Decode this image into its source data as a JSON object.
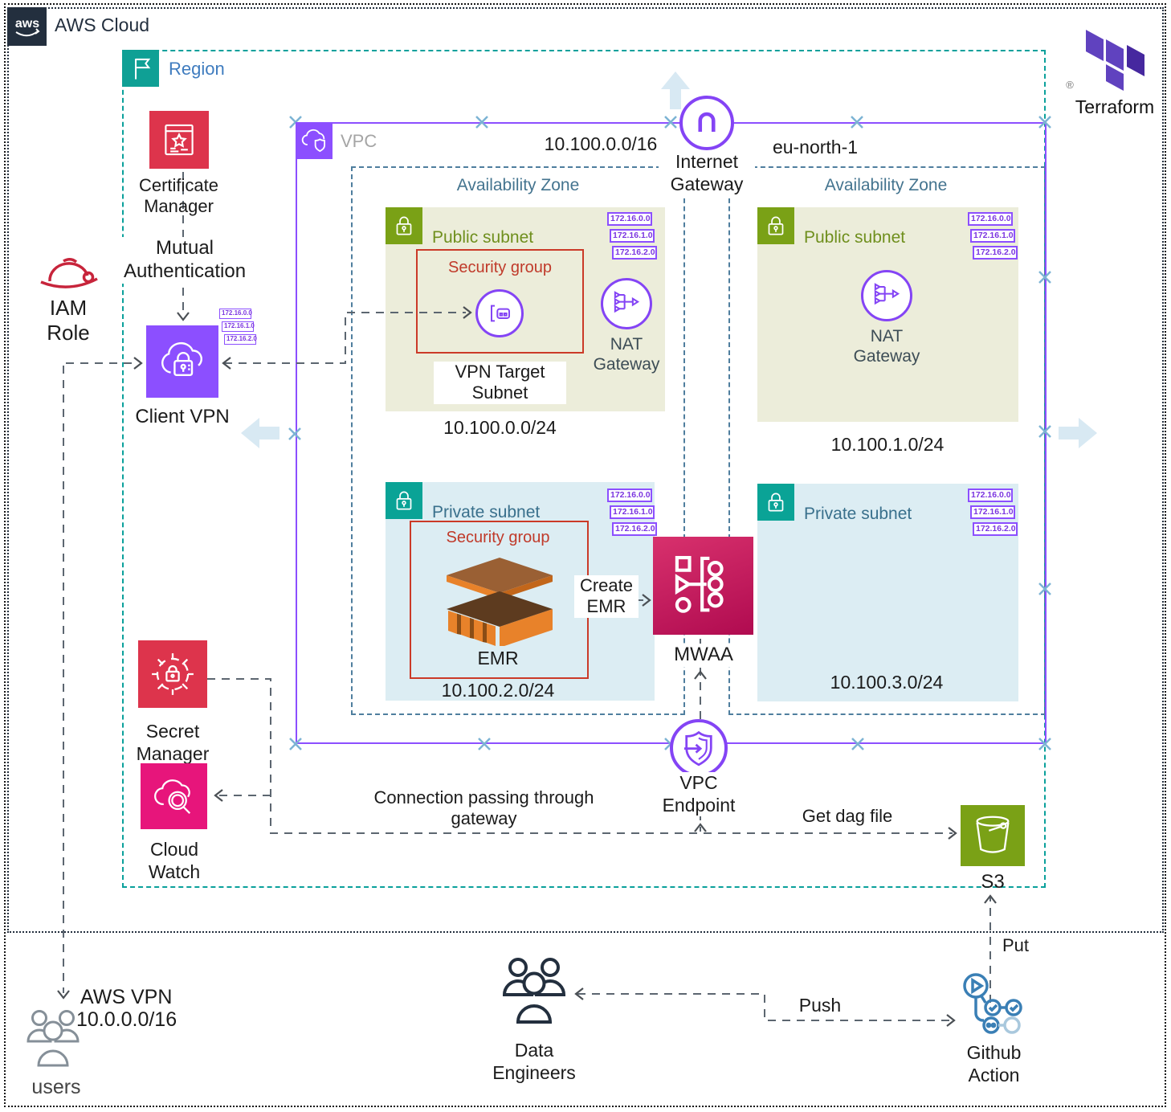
{
  "colors": {
    "aws_dark": "#232f3e",
    "purple": "#8C4FFF",
    "region_teal": "#0aa09b",
    "az_blue": "#44748f",
    "public_green": "#7aa116",
    "service_red": "#dd344c",
    "pink": "#e7157b",
    "mwaa_pink": "#c0135a",
    "security_red": "#cb3a28",
    "s3_green": "#7aa116",
    "terraform_purple": "#6042bf",
    "github_blue": "#3a7fb5"
  },
  "frame": {
    "aws_logo": "aws",
    "aws_cloud": "AWS Cloud",
    "region": "Region",
    "vpc": "VPC",
    "terraform": "Terraform",
    "registered": "®"
  },
  "network": {
    "vpc_cidr": "10.100.0.0/16",
    "region_name": "eu-north-1",
    "az": "Availability Zone",
    "ip_badges": [
      "172.16.0.0",
      "172.16.1.0",
      "172.16.2.0"
    ]
  },
  "subnets": {
    "public1": {
      "label": "Public subnet",
      "cidr": "10.100.0.0/24"
    },
    "public2": {
      "label": "Public subnet",
      "cidr": "10.100.1.0/24"
    },
    "private1": {
      "label": "Private subnet",
      "cidr": "10.100.2.0/24"
    },
    "private2": {
      "label": "Private subnet",
      "cidr": "10.100.3.0/24"
    },
    "security_group": "Security group",
    "vpn_target": "VPN Target Subnet"
  },
  "services": {
    "internet_gateway": "Internet Gateway",
    "nat_gateway": "NAT Gateway",
    "vpc_endpoint": "VPC Endpoint",
    "mwaa": "MWAA",
    "emr": "EMR",
    "certificate_manager": "Certificate Manager",
    "iam_role": "IAM Role",
    "client_vpn": "Client VPN",
    "secret_manager": "Secret Manager",
    "cloud_watch": "Cloud Watch",
    "s3": "S3",
    "github_action": "Github Action",
    "data_engineers": "Data Engineers",
    "users": "users"
  },
  "annotations": {
    "mutual_auth": "Mutual Authentication",
    "create_emr": "Create EMR",
    "connection": "Connection passing through gateway",
    "get_dag": "Get dag file",
    "push": "Push",
    "put": "Put",
    "aws_vpn": "AWS VPN",
    "aws_vpn_cidr": "10.0.0.0/16"
  }
}
